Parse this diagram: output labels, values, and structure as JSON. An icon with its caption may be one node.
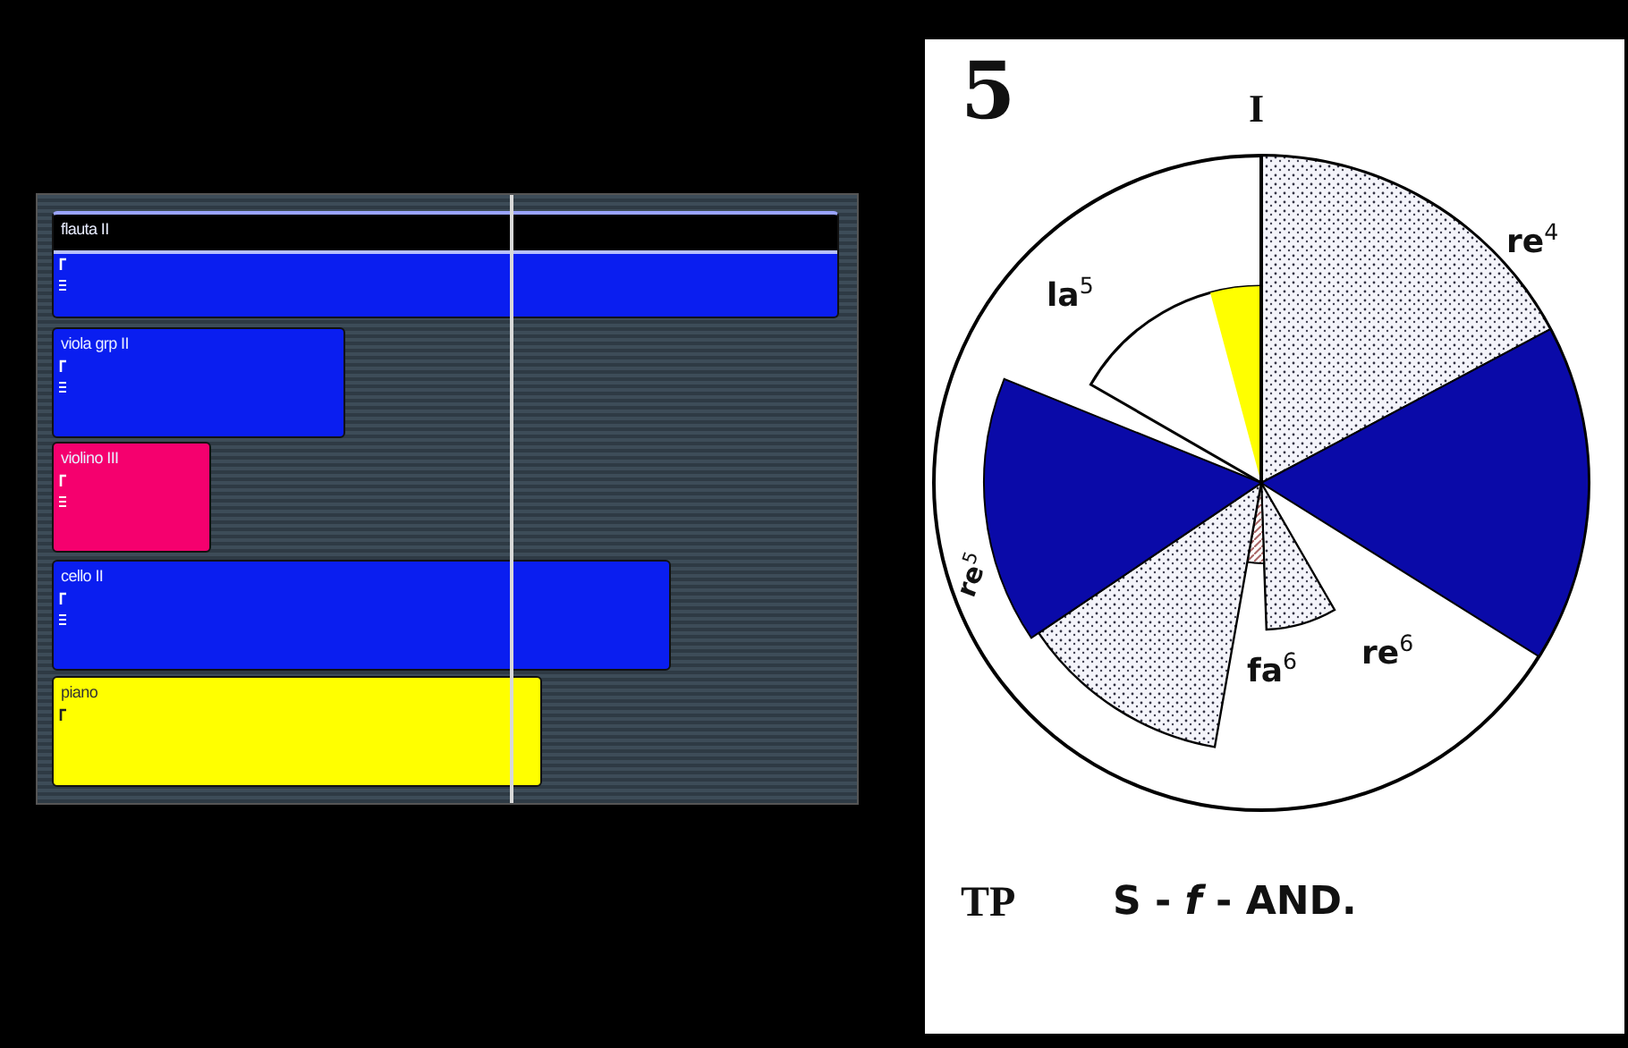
{
  "diagram": {
    "nodes": [
      {
        "text": [
          "flauta II"
        ]
      },
      {
        "text": [
          "viola grp II"
        ]
      },
      {
        "text": [
          "violino III"
        ]
      },
      {
        "text": [
          "cello II"
        ]
      },
      {
        "text": [
          "piano"
        ]
      }
    ],
    "labels": [
      "5",
      "I",
      "re$^{4}$",
      "la$^{5}$",
      "re$^{5}$",
      "fa$^{6}$",
      "re$^{6}$",
      "TP",
      "S - *f* - AND."
    ]
  }
}
